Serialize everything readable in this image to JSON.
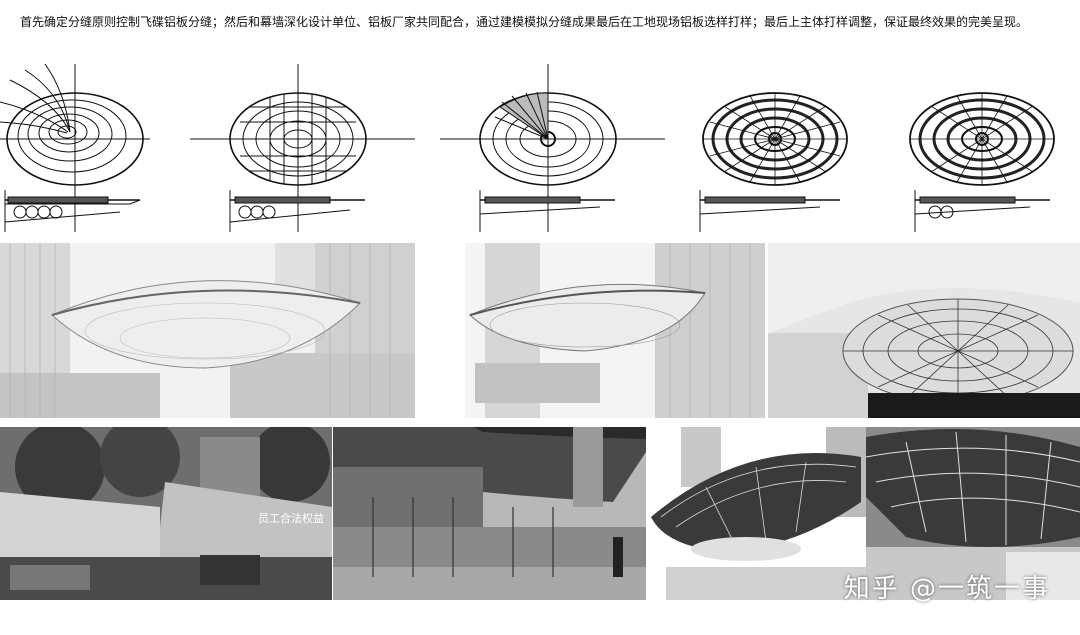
{
  "caption": "首先确定分缝原则控制飞碟铝板分缝；然后和幕墙深化设计单位、铝板厂家共同配合，通过建模模拟分缝成果最后在工地现场铝板选样打样；最后上主体打样调整，保证最终效果的完美呈现。",
  "diagrams": [
    {
      "step": 1,
      "pattern": "eccentric-arcs"
    },
    {
      "step": 2,
      "pattern": "grid"
    },
    {
      "step": 3,
      "pattern": "partial-radial"
    },
    {
      "step": 4,
      "pattern": "dense-radial"
    },
    {
      "step": 5,
      "pattern": "dense-radial-final"
    }
  ],
  "renders": [
    {
      "name": "render-exterior-wide"
    },
    {
      "name": "render-exterior-under"
    },
    {
      "name": "render-structure-frame"
    }
  ],
  "photos": [
    {
      "name": "photo-site-hoarding"
    },
    {
      "name": "photo-walkway-canopy"
    },
    {
      "name": "photo-steel-frame"
    },
    {
      "name": "photo-frame-closeup"
    }
  ],
  "hoarding_text": "员工合法权益",
  "watermark": "知乎 @一筑一事"
}
